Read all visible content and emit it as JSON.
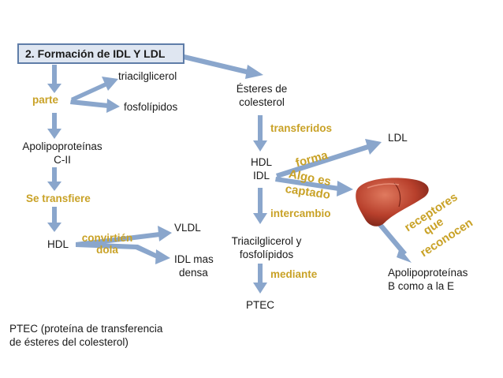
{
  "title": "2. Formación de IDL Y LDL",
  "left": {
    "parte": "parte",
    "triacilglicerol": "triacilglicerol",
    "fosfolipidos": "fosfolípidos",
    "apolipo_line1": "Apolipoproteínas",
    "apolipo_line2": "C-II",
    "se_transfiere": "Se transfiere",
    "hdl": "HDL",
    "convirtien_line1": "convirtién",
    "convirtien_line2": "dola",
    "vldl": "VLDL",
    "idl_line1": "IDL mas",
    "idl_line2": "densa"
  },
  "right": {
    "esteres_line1": "Ésteres de",
    "esteres_line2": "colesterol",
    "transferidos": "transferidos",
    "hdl": "HDL",
    "idl": "IDL",
    "forma": "forma",
    "algo_es": "Algo es",
    "captado": "captado",
    "ldl": "LDL",
    "intercambio": "intercambio",
    "triacil_line1": "Triacilglicerol y",
    "triacil_line2": "fosfolípidos",
    "mediante": "mediante",
    "ptec": "PTEC",
    "receptores": "receptores",
    "que": "que",
    "reconocen": "reconocen",
    "apob_line1": "Apolipoproteínas",
    "apob_line2": "B como a la E"
  },
  "footnote_line1": "PTEC (proteína de transferencia",
  "footnote_line2": "de ésteres del colesterol)",
  "colors": {
    "arrow": "#7f9cc4",
    "gold": "#c9a227",
    "box_fill": "#dfe6f1",
    "box_border": "#5f7da8",
    "liver": "#b8402c"
  },
  "icons": {
    "organ": "liver-icon"
  }
}
